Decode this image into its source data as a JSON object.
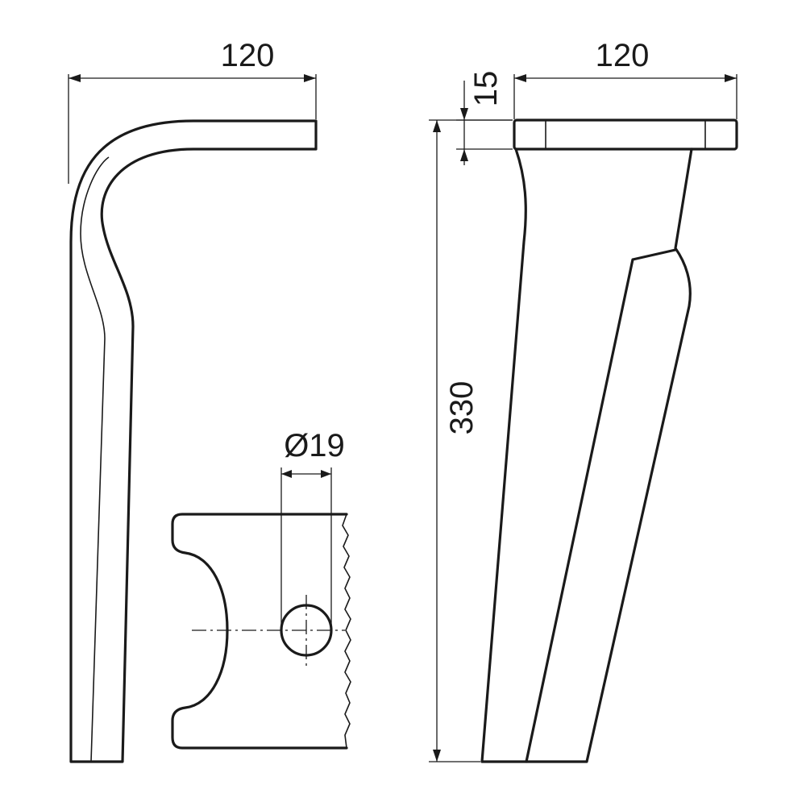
{
  "dimensions": {
    "side_width": "120",
    "front_width": "120",
    "flange_thickness": "15",
    "height": "330",
    "hole_diameter": "Ø19"
  },
  "colors": {
    "line": "#1a1a1a",
    "background": "#ffffff"
  }
}
